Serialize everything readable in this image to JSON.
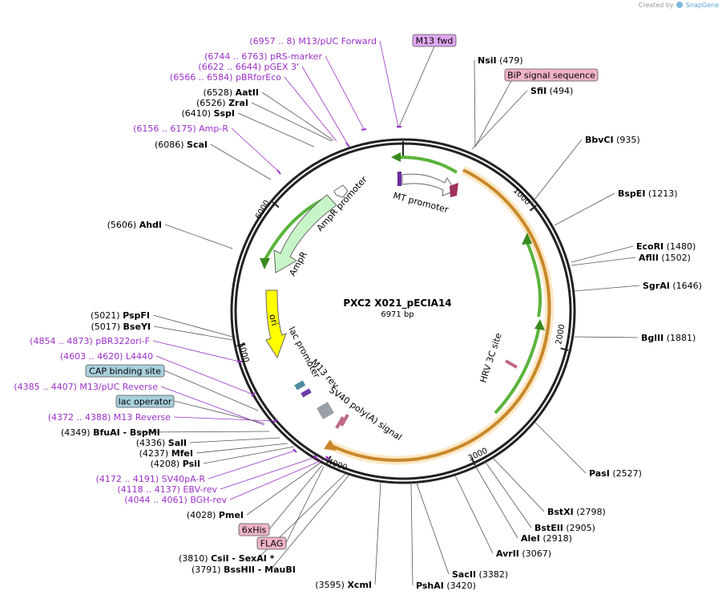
{
  "credit": {
    "prefix": "Created by",
    "brand": "SnapGene"
  },
  "plasmid": {
    "name": "PXC2 X021_pECIA14",
    "length_label": "6971 bp",
    "length": 6971
  },
  "ticks": [
    "1000",
    "2000",
    "3000",
    "4000",
    "5000",
    "6000"
  ],
  "colors": {
    "enzyme": "#000000",
    "primer": "#9b30c8",
    "leader": "#555555",
    "primer_line": "#9b30c8",
    "tag_pink": "#f0b4c8",
    "tag_blue": "#a8d0dc",
    "tag_purple": "#dfa8f0",
    "cds_orange": "#f5c98a",
    "green_arrow": "#5ab43c",
    "ampr_fill": "#c8f5c8",
    "ori_fill": "#ffff00"
  },
  "labels": [
    {
      "name": "m13puc-forward",
      "coord": "(6957 .. 8)",
      "text": "M13/pUC Forward",
      "kind": "primer"
    },
    {
      "name": "prs-marker",
      "coord": "(6744 .. 6763)",
      "text": "pRS-marker",
      "kind": "primer"
    },
    {
      "name": "pgex-3",
      "coord": "(6622 .. 6644)",
      "text": "pGEX 3'",
      "kind": "primer"
    },
    {
      "name": "pbrforeco",
      "coord": "(6566 .. 6584)",
      "text": "pBRforEco",
      "kind": "primer"
    },
    {
      "name": "aatii",
      "coord": "(6528)",
      "text": "AatII",
      "kind": "enzyme"
    },
    {
      "name": "zrai",
      "coord": "(6526)",
      "text": "ZraI",
      "kind": "enzyme"
    },
    {
      "name": "sspi",
      "coord": "(6410)",
      "text": "SspI",
      "kind": "enzyme"
    },
    {
      "name": "amp-r-primer",
      "coord": "(6156 .. 6175)",
      "text": "Amp-R",
      "kind": "primer"
    },
    {
      "name": "scai",
      "coord": "(6086)",
      "text": "ScaI",
      "kind": "enzyme"
    },
    {
      "name": "ahdi",
      "coord": "(5606)",
      "text": "AhdI",
      "kind": "enzyme"
    },
    {
      "name": "pspfi",
      "coord": "(5021)",
      "text": "PspFI",
      "kind": "enzyme"
    },
    {
      "name": "bseyi",
      "coord": "(5017)",
      "text": "BseYI",
      "kind": "enzyme"
    },
    {
      "name": "pbr322ori-f",
      "coord": "(4854 .. 4873)",
      "text": "pBR322ori-F",
      "kind": "primer"
    },
    {
      "name": "l4440",
      "coord": "(4603 .. 4620)",
      "text": "L4440",
      "kind": "primer"
    },
    {
      "name": "m13puc-reverse",
      "coord": "(4385 .. 4407)",
      "text": "M13/pUC Reverse",
      "kind": "primer"
    },
    {
      "name": "m13-reverse",
      "coord": "(4372 .. 4388)",
      "text": "M13 Reverse",
      "kind": "primer"
    },
    {
      "name": "bfuai",
      "coord": "(4349)",
      "text": "BfuAI",
      "extra": "BspMI",
      "kind": "enzyme"
    },
    {
      "name": "sali",
      "coord": "(4336)",
      "text": "SalI",
      "kind": "enzyme"
    },
    {
      "name": "mfei",
      "coord": "(4237)",
      "text": "MfeI",
      "kind": "enzyme"
    },
    {
      "name": "psii",
      "coord": "(4208)",
      "text": "PsiI",
      "kind": "enzyme"
    },
    {
      "name": "sv40pa-r",
      "coord": "(4172 .. 4191)",
      "text": "SV40pA-R",
      "kind": "primer"
    },
    {
      "name": "ebv-rev",
      "coord": "(4118 .. 4137)",
      "text": "EBV-rev",
      "kind": "primer"
    },
    {
      "name": "bgh-rev",
      "coord": "(4044 .. 4061)",
      "text": "BGH-rev",
      "kind": "primer"
    },
    {
      "name": "pmei",
      "coord": "(4028)",
      "text": "PmeI",
      "kind": "enzyme"
    },
    {
      "name": "csii",
      "coord": "(3810)",
      "text": "CsiI",
      "extra": "SexAI *",
      "kind": "enzyme"
    },
    {
      "name": "bsshii",
      "coord": "(3791)",
      "text": "BssHII",
      "extra": "MauBI",
      "kind": "enzyme"
    },
    {
      "name": "xcmi",
      "coord": "(3595)",
      "text": "XcmI",
      "kind": "enzyme"
    },
    {
      "name": "pshai",
      "coord": "(3420)",
      "text": "PshAI",
      "kind": "enzyme"
    },
    {
      "name": "sacii",
      "coord": "(3382)",
      "text": "SacII",
      "kind": "enzyme"
    },
    {
      "name": "avrii",
      "coord": "(3067)",
      "text": "AvrII",
      "kind": "enzyme"
    },
    {
      "name": "alei",
      "coord": "(2918)",
      "text": "AleI",
      "kind": "enzyme"
    },
    {
      "name": "bsteii",
      "coord": "(2905)",
      "text": "BstEII",
      "kind": "enzyme"
    },
    {
      "name": "bstxi",
      "coord": "(2798)",
      "text": "BstXI",
      "kind": "enzyme"
    },
    {
      "name": "pasi",
      "coord": "(2527)",
      "text": "PasI",
      "kind": "enzyme"
    },
    {
      "name": "bglii",
      "coord": "(1881)",
      "text": "BglII",
      "kind": "enzyme"
    },
    {
      "name": "sgrai",
      "coord": "(1646)",
      "text": "SgrAI",
      "kind": "enzyme"
    },
    {
      "name": "aflii",
      "coord": "(1502)",
      "text": "AflII",
      "kind": "enzyme"
    },
    {
      "name": "ecori",
      "coord": "(1480)",
      "text": "EcoRI",
      "kind": "enzyme"
    },
    {
      "name": "bspei",
      "coord": "(1213)",
      "text": "BspEI",
      "kind": "enzyme"
    },
    {
      "name": "bbvci",
      "coord": "(935)",
      "text": "BbvCI",
      "kind": "enzyme"
    },
    {
      "name": "sfii",
      "coord": "(494)",
      "text": "SfiI",
      "kind": "enzyme"
    },
    {
      "name": "nsii",
      "coord": "(479)",
      "text": "NsiI",
      "kind": "enzyme"
    }
  ],
  "tags": [
    {
      "name": "m13-fwd-tag",
      "text": "M13 fwd",
      "style": "purple"
    },
    {
      "name": "bip-signal-tag",
      "text": "BiP signal sequence",
      "style": "pink"
    },
    {
      "name": "cap-binding-tag",
      "text": "CAP binding site",
      "style": "blue"
    },
    {
      "name": "lac-operator-tag",
      "text": "lac operator",
      "style": "blue"
    },
    {
      "name": "6xhis-tag",
      "text": "6xHis",
      "style": "pink"
    },
    {
      "name": "flag-tag",
      "text": "FLAG",
      "style": "pink"
    }
  ],
  "features": [
    {
      "name": "mt-promoter",
      "text": "MT promoter"
    },
    {
      "name": "ampr-promoter",
      "text": "AmpR promoter"
    },
    {
      "name": "ampr",
      "text": "AmpR"
    },
    {
      "name": "ori",
      "text": "ori"
    },
    {
      "name": "lac-promoter",
      "text": "lac promoter"
    },
    {
      "name": "m13-rev",
      "text": "M13 rev"
    },
    {
      "name": "sv40-polya",
      "text": "SV40 poly(A) signal"
    },
    {
      "name": "hrv-3c-site",
      "text": "HRV 3C site"
    }
  ]
}
